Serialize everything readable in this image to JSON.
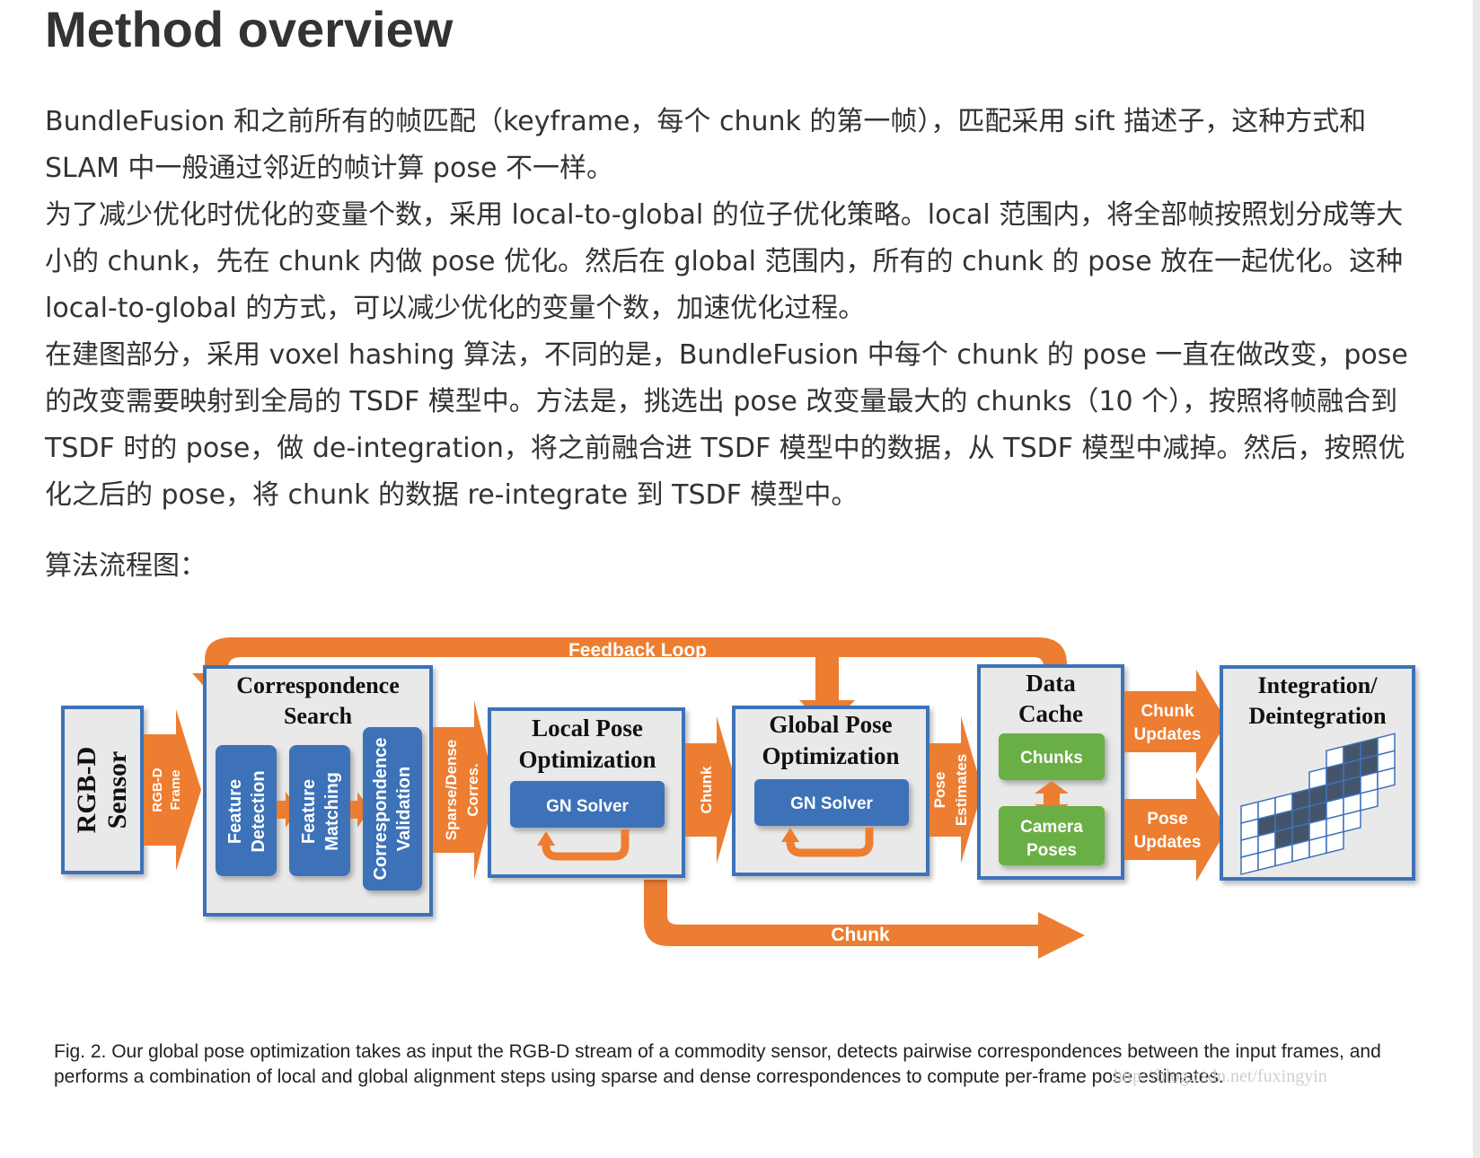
{
  "title": "Method overview",
  "paragraphs": [
    "BundleFusion 和之前所有的帧匹配（keyframe，每个 chunk 的第一帧），匹配采用 sift 描述子，这种方式和 SLAM 中一般通过邻近的帧计算 pose 不一样。",
    "为了减少优化时优化的变量个数，采用 local-to-global 的位子优化策略。local 范围内，将全部帧按照划分成等大小的 chunk，先在 chunk 内做 pose 优化。然后在 global 范围内，所有的 chunk 的 pose 放在一起优化。这种 local-to-global 的方式，可以减少优化的变量个数，加速优化过程。",
    "在建图部分，采用 voxel hashing 算法，不同的是，BundleFusion 中每个 chunk 的 pose 一直在做改变，pose 的改变需要映射到全局的 TSDF 模型中。方法是，挑选出 pose 改变量最大的 chunks（10 个），按照将帧融合到 TSDF 时的 pose，做 de-integration，将之前融合进 TSDF 模型中的数据，从 TSDF 模型中减掉。然后，按照优化之后的 pose，将 chunk 的数据 re-integrate 到 TSDF 模型中。"
  ],
  "flowchart_label": "算法流程图：",
  "figure": {
    "feedback_loop": "Feedback Loop",
    "sensor": [
      "RGB-D",
      "Sensor"
    ],
    "rgbd_frame": [
      "RGB-D",
      "Frame"
    ],
    "corr_search": [
      "Correspondence",
      "Search"
    ],
    "feature_detection": [
      "Feature",
      "Detection"
    ],
    "feature_matching": [
      "Feature",
      "Matching"
    ],
    "corr_validation": [
      "Correspondence",
      "Validation"
    ],
    "sparse_dense": [
      "Sparse/Dense",
      "Corres."
    ],
    "local_pose": [
      "Local Pose",
      "Optimization"
    ],
    "gn_solver_local": "GN Solver",
    "chunk_arrow": "Chunk",
    "global_pose": [
      "Global Pose",
      "Optimization"
    ],
    "gn_solver_global": "GN Solver",
    "pose_estimates": [
      "Pose",
      "Estimates"
    ],
    "data_cache": [
      "Data",
      "Cache"
    ],
    "chunks": "Chunks",
    "camera_poses": [
      "Camera",
      "Poses"
    ],
    "chunk_updates": [
      "Chunk",
      "Updates"
    ],
    "pose_updates": [
      "Pose",
      "Updates"
    ],
    "integration": [
      "Integration/",
      "Deintegration"
    ],
    "bottom_chunk": "Chunk",
    "colors": {
      "orange": "#ED7D31",
      "blue": "#3E72B8",
      "green": "#6BAF45",
      "box_bg": "#E9E9E9",
      "box_border": "#3E72B8",
      "grid_dark": "#44546A"
    }
  },
  "caption": "Fig. 2.  Our global pose optimization takes as input the RGB-D stream of a commodity sensor, detects pairwise correspondences between the input frames, and performs a combination of local and global alignment steps using sparse and dense correspondences to compute per-frame pose estimates.",
  "watermark": "http://blog.csdn.net/fuxingyin"
}
